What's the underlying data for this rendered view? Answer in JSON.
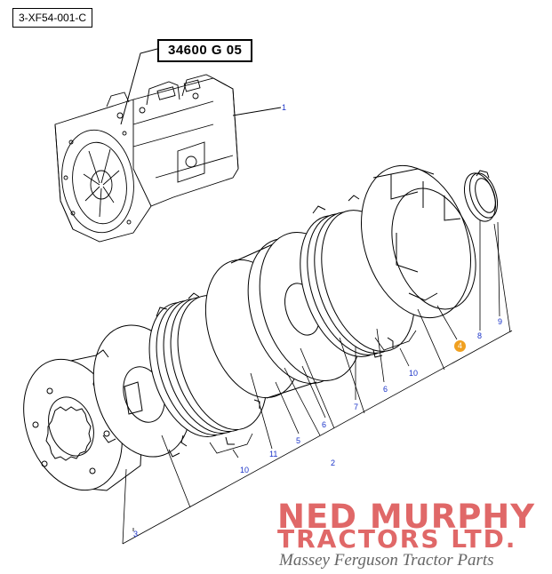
{
  "header": {
    "drawing_ref": "3-XF54-001-C",
    "group_ref": "34600 G 05"
  },
  "callouts": [
    {
      "id": "c1",
      "text": "1"
    },
    {
      "id": "c2",
      "text": "2"
    },
    {
      "id": "c3",
      "text": "3"
    },
    {
      "id": "c4",
      "text": "4",
      "highlight": true
    },
    {
      "id": "c5",
      "text": "5"
    },
    {
      "id": "c6a",
      "text": "6"
    },
    {
      "id": "c6b",
      "text": "6"
    },
    {
      "id": "c7",
      "text": "7"
    },
    {
      "id": "c8",
      "text": "8"
    },
    {
      "id": "c9",
      "text": "9"
    },
    {
      "id": "c10a",
      "text": "10"
    },
    {
      "id": "c10b",
      "text": "10"
    },
    {
      "id": "c11",
      "text": "11"
    }
  ],
  "brand": {
    "line1": "NED MURPHY",
    "line2": "TRACTORS LTD.",
    "tagline": "Massey Ferguson Tractor Parts",
    "color": "#e06868"
  },
  "colors": {
    "line": "#000000",
    "callout": "#1a33c8",
    "highlight": "#f0a020"
  }
}
